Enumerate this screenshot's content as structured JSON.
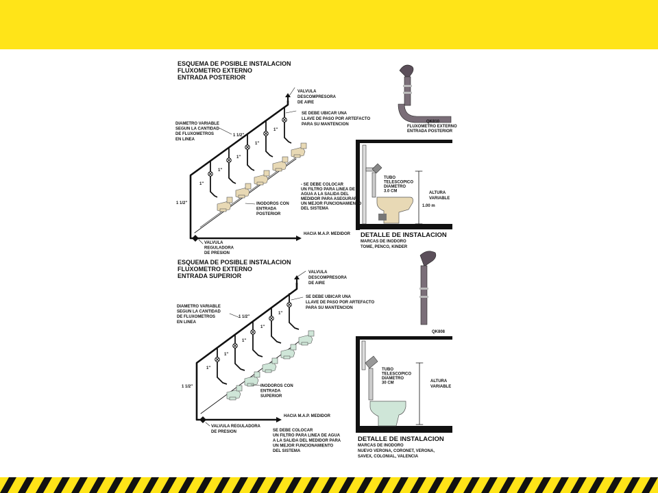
{
  "colors": {
    "yellow": "#ffe418",
    "black": "#111111",
    "toilet_beige": "#e8d9b5",
    "toilet_green": "#cfe6d8",
    "pipe_grey": "#7a6e78"
  },
  "schema1": {
    "title": [
      "ESQUEMA DE POSIBLE INSTALACION",
      "FLUXOMETRO EXTERNO",
      "ENTRADA POSTERIOR"
    ],
    "valve_air": [
      "VALVULA",
      "DESCOMPRESORA",
      "DE AIRE"
    ],
    "key_note": [
      "SE  DEBE  UBICAR UNA",
      "LLAVE DE PASO POR ARTEFACTO",
      "PARA SU MANTENCION"
    ],
    "diam_note": [
      "DIAMETRO  VARIABLE",
      "SEGUN LA CANTIDAD",
      "DE FLUXOMETROS",
      "EN LINEA"
    ],
    "filter_note": [
      "- SE  DEBE  COLOCAR",
      "UN FILTRO PARA LINEA DE",
      "AGUA  A LA SALIDA DEL",
      "MEDIDOR PARA  ASEGURAR",
      "UN MEJOR FUNCIONAMIENTO",
      "DEL SISTEMA"
    ],
    "toilets_label": [
      "INODOROS CON",
      "ENTRADA",
      "POSTERIOR"
    ],
    "meter": "HACIA M.A.P. MEDIDOR",
    "valve_pressure": [
      "VALVULA",
      "REGULADORA",
      "DE PRESION"
    ],
    "d112": "1 1/2\"",
    "d1": "1\""
  },
  "schema2": {
    "title": [
      "ESQUEMA DE POSIBLE INSTALACION",
      "FLUXOMETRO EXTERNO",
      "ENTRADA SUPERIOR"
    ],
    "valve_air": [
      "VALVULA",
      "DESCOMPRESORA",
      "DE AIRE"
    ],
    "key_note": [
      "SE  DEBE  UBICAR UNA",
      "LLAVE DE PASO POR ARTEFACTO",
      "PARA SU MANTENCION"
    ],
    "diam_note": [
      "DIAMETRO  VARIABLE",
      "SEGUN LA CANTIDAD",
      "DE FLUXOMETROS",
      "EN LINEA"
    ],
    "toilets_label": [
      "INODOROS CON",
      "ENTRADA",
      "SUPERIOR"
    ],
    "meter": "HACIA M.A.P. MEDIDOR",
    "valve_pressure": [
      "VALVULA REGULADORA",
      "DE PRESION"
    ],
    "filter_note": [
      "SE  DEBE  COLOCAR",
      "UN FILTRO PARA LINEA DE AGUA",
      "A LA SALIDA DEL MEDIDOR PARA",
      "UN MEJOR FUNCIONAMIENTO",
      "DEL SISTEMA"
    ],
    "d112": "1 1/2\"",
    "d1": "1\""
  },
  "detail1": {
    "product_code": "QK810",
    "product_desc": [
      "FLUXOMETRO EXTERNO",
      "ENTRADA POSTERIOR"
    ],
    "tube": [
      "TUBO",
      "TELESCOPICO",
      "DIAMETRO",
      "3.0 CM"
    ],
    "altura": [
      "ALTURA",
      "VARIABLE"
    ],
    "height": "1.00 m",
    "title": "DETALLE DE INSTALACION",
    "brands": [
      "MARCAS DE INODORO",
      "TOME, PENCO, KINDER"
    ]
  },
  "detail2": {
    "product_code": "QK808",
    "tube": [
      "TUBO",
      "TELESCOPICO",
      "DIAMETRO",
      "30 CM"
    ],
    "altura": [
      "ALTURA",
      "VARIABLE"
    ],
    "title": "DETALLE DE INSTALACION",
    "brands": [
      "MARCAS DE INODORO",
      "NUEVO VERONA, CORONET, VERONA,",
      "SAVEX, COLONIAL, VALENCIA"
    ]
  }
}
